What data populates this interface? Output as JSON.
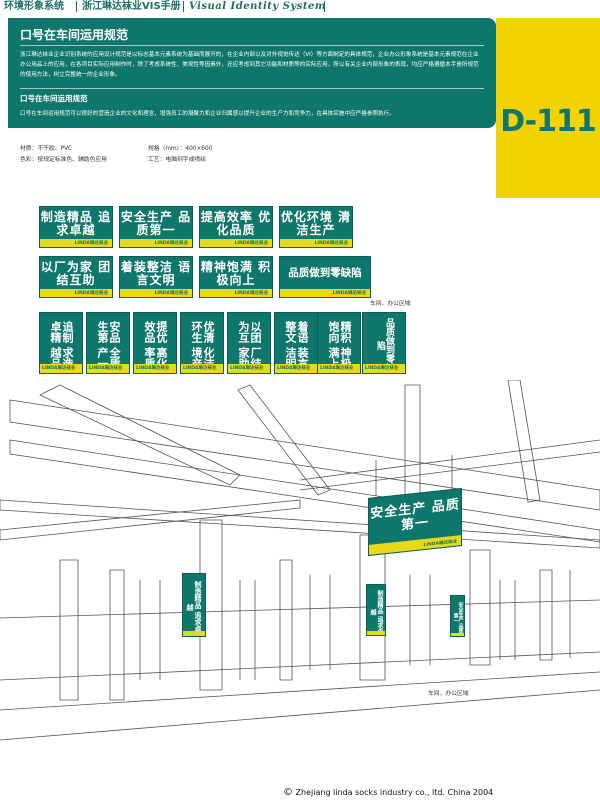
{
  "header": {
    "section": "环境形象系统",
    "manual": "浙江琳达袜业VIS手册",
    "system": "Visual Identity System",
    "code": "D-111"
  },
  "panel": {
    "title": "口号在车间运用规范",
    "body": "浙江琳达袜业企业识别系统的应用设计规范是以标志基本元素系统为基础而展开的，在企业内部以及对外视觉传达（VI）等方面制定的具体规范，企业办公形象系统是基本元素规范在企业办公用品上的应用，在各项目实际应用制作时，除了考虑系统性、美观性等因素外，还应考虑到其它功能和材质等的实际应用，所以有关企业内部形象的表现，均应严格遵循本手册所规范的使用方法，树立完整统一的企业形象。",
    "subtitle": "口号在车间运用规范",
    "body2": "口号在车间运用规范可以很好的营造企业的文化和理念，增强员工的凝聚力和企业归属感以提升企业的生产力和竞争力，在具体实施中应严格参照执行。"
  },
  "specs": {
    "material": "材质：不干胶、PVC",
    "color": "色彩：按规定标准色、辅助色应用",
    "size": "规格（mm）：400×600",
    "process": "工艺：电脑刻字或喷绘"
  },
  "horizontal_signs": [
    "制造精品 追求卓越",
    "安全生产 品质第一",
    "提高效率 优化品质",
    "优化环境 清洁生产",
    "以厂为家 团结互助",
    "着装整洁 语言文明",
    "精神饱满 积极向上",
    "品质做到零缺陷"
  ],
  "vertical_signs": [
    "追制 求造 卓精 越品",
    "安品 全质 生第 产一",
    "提优 高化 效品 率质",
    "优清 化洁 环生 境产",
    "以团 厂结 为互 家助",
    "着语 装言 整文 洁明",
    "精积 神极 饱向 满上",
    "品质做到零缺陷"
  ],
  "scene_sign": "安全生产 品质第一",
  "scene_pillar_1": "制造精品 追求卓越",
  "scene_pillar_2": "制造精品 追求卓越",
  "scene_pillar_3": "安全生产 品质第一",
  "logo_text": "LINDA琳达袜业",
  "caption_1": "车间、办公区域",
  "caption_2": "车间、办公区域",
  "footer": "Zhejiang linda socks industry co., ltd. China  2004",
  "copyright_symbol": "©",
  "colors": {
    "brand_green": "#0f766c",
    "brand_yellow": "#f2d300"
  }
}
